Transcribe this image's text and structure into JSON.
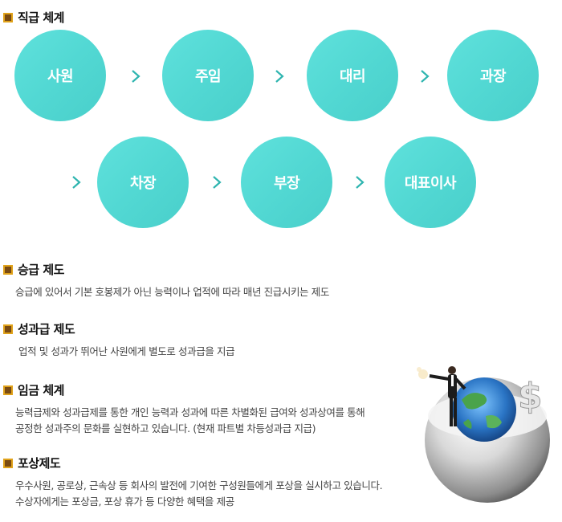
{
  "sections": {
    "rank": {
      "title": "직급 체계"
    },
    "promotion": {
      "title": "승급 제도",
      "text": "승급에 있어서 기본 호봉제가 아닌 능력이나 업적에 따라 매년 진급시키는 제도"
    },
    "bonus": {
      "title": "성과급 제도",
      "text": "업적 및 성과가 뛰어난 사원에게 별도로 성과급을 지급"
    },
    "wage": {
      "title": "임금 체계",
      "line1": "능력급제와 성과급제를 통한 개인 능력과 성과에 따른 차별화된 급여와 성과상여를 통해",
      "line2": "공정한 성과주의 문화를 실현하고 있습니다. (현재 파트별 차등성과급 지급)"
    },
    "reward": {
      "title": "포상제도",
      "line1": "우수사원, 공로상, 근속상 등 회사의 발전에 기여한 구성원들에게 포상을 실시하고 있습니다.",
      "line2": "수상자에게는 포상금, 포상 휴가 등 다양한 혜택을 제공"
    }
  },
  "ranks": [
    "사원",
    "주임",
    "대리",
    "과장",
    "차장",
    "부장",
    "대표이사"
  ],
  "colors": {
    "circle": "#55dad5",
    "arrow": "#2fb5b0",
    "bullet_border": "#e0a21a",
    "bullet_fill": "#7a4b12"
  },
  "icons": {
    "arrow": "chevron-right-icon",
    "bullet": "square-bullet-icon"
  }
}
